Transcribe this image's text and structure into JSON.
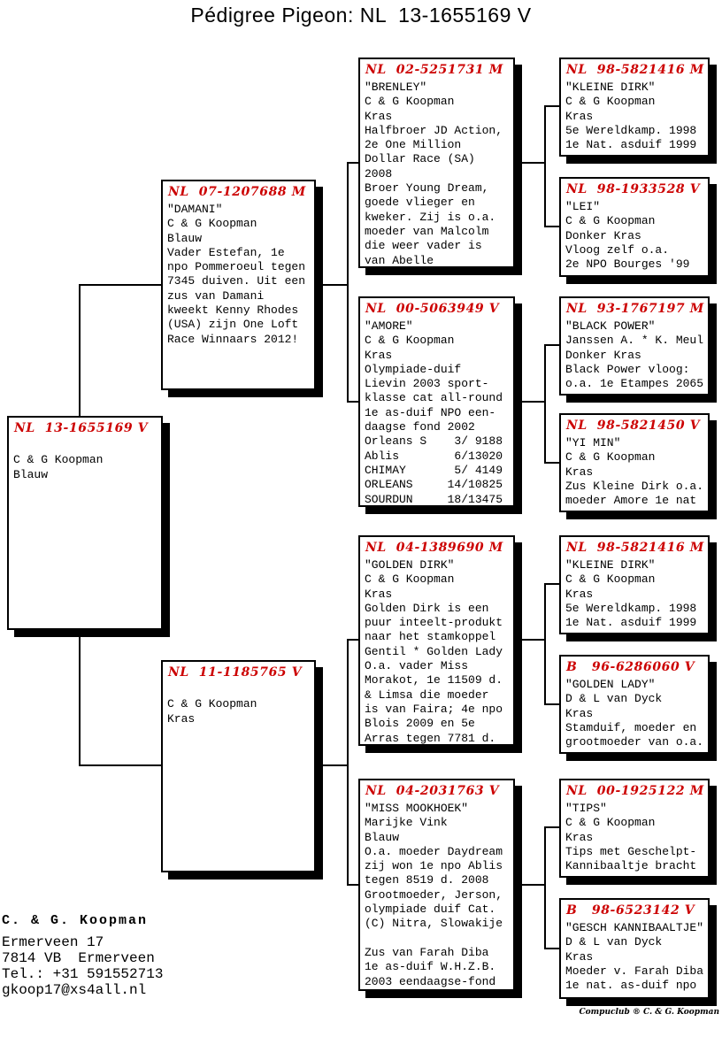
{
  "title": "Pédigree Pigeon: NL  13-1655169 V",
  "colors": {
    "ring_red": "#cc0000",
    "line_black": "#000000"
  },
  "boxes": {
    "subject": {
      "ring": "NL  13-1655169 V",
      "lines": [
        "",
        "C & G Koopman",
        "Blauw"
      ]
    },
    "sire": {
      "ring": "NL  07-1207688 M",
      "lines": [
        "\"DAMANI\"",
        "C & G Koopman",
        "Blauw",
        "Vader Estefan, 1e",
        "npo Pommeroeul tegen",
        "7345 duiven. Uit een",
        "zus van Damani",
        "kweekt Kenny Rhodes",
        "(USA) zijn One Loft",
        "Race Winnaars 2012!"
      ]
    },
    "dam": {
      "ring": "NL  11-1185765 V",
      "lines": [
        "",
        "C & G Koopman",
        "Kras"
      ]
    },
    "sire_sire": {
      "ring": "NL  02-5251731 M",
      "lines": [
        "\"BRENLEY\"",
        "C & G Koopman",
        "Kras",
        "Halfbroer JD Action,",
        "2e One Million",
        "Dollar Race (SA)",
        "2008",
        "Broer Young Dream,",
        "goede vlieger en",
        "kweker. Zij is o.a.",
        "moeder van Malcolm",
        "die weer vader is",
        "van Abelle"
      ]
    },
    "sire_dam": {
      "ring": "NL  00-5063949 V",
      "lines": [
        "\"AMORE\"",
        "C & G Koopman",
        "Kras",
        "Olympiade-duif",
        "Lievin 2003 sport-",
        "klasse cat all-round",
        "1e as-duif NPO een-",
        "daagse fond 2002",
        "Orleans S    3/ 9188",
        "Ablis        6/13020",
        "CHIMAY       5/ 4149",
        "ORLEANS     14/10825",
        "SOURDUN     18/13475"
      ]
    },
    "dam_sire": {
      "ring": "NL  04-1389690 M",
      "lines": [
        "\"GOLDEN DIRK\"",
        "C & G Koopman",
        "Kras",
        "Golden Dirk is een",
        "puur inteelt-produkt",
        "naar het stamkoppel",
        "Gentil * Golden Lady",
        "O.a. vader Miss",
        "Morakot, 1e 11509 d.",
        "& Limsa die moeder",
        "is van Faira; 4e npo",
        "Blois 2009 en 5e",
        "Arras tegen 7781 d."
      ]
    },
    "dam_dam": {
      "ring": "NL  04-2031763 V",
      "lines": [
        "\"MISS MOOKHOEK\"",
        "Marijke Vink",
        "Blauw",
        "O.a. moeder Daydream",
        "zij won 1e npo Ablis",
        "tegen 8519 d. 2008",
        "Grootmoeder, Jerson,",
        "olympiade duif Cat.",
        "(C) Nitra, Slowakije",
        "",
        "Zus van Farah Diba",
        "1e as-duif W.H.Z.B.",
        "2003 eendaagse-fond"
      ]
    },
    "sire_sire_sire": {
      "ring": "NL  98-5821416 M",
      "lines": [
        "\"KLEINE DIRK\"",
        "C & G Koopman",
        "Kras",
        "5e Wereldkamp. 1998",
        "1e Nat. asduif 1999"
      ]
    },
    "sire_sire_dam": {
      "ring": "NL  98-1933528 V",
      "lines": [
        "\"LEI\"",
        "C & G Koopman",
        "Donker Kras",
        "Vloog zelf o.a.",
        "2e NPO Bourges '99"
      ]
    },
    "sire_dam_sire": {
      "ring": "NL  93-1767197 M",
      "lines": [
        "\"BLACK POWER\"",
        "Janssen A. * K. Meul",
        "Donker Kras",
        "Black Power vloog:",
        "o.a. 1e Etampes 2065"
      ]
    },
    "sire_dam_dam": {
      "ring": "NL  98-5821450 V",
      "lines": [
        "\"YI MIN\"",
        "C & G Koopman",
        "Kras",
        "Zus Kleine Dirk o.a.",
        "moeder Amore 1e nat"
      ]
    },
    "dam_sire_sire": {
      "ring": "NL  98-5821416 M",
      "lines": [
        "\"KLEINE DIRK\"",
        "C & G Koopman",
        "Kras",
        "5e Wereldkamp. 1998",
        "1e Nat. asduif 1999"
      ]
    },
    "dam_sire_dam": {
      "ring": "B   96-6286060 V",
      "lines": [
        "\"GOLDEN LADY\"",
        "D & L van Dyck",
        "Kras",
        "Stamduif, moeder en",
        "grootmoeder van o.a."
      ]
    },
    "dam_dam_sire": {
      "ring": "NL  00-1925122 M",
      "lines": [
        "\"TIPS\"",
        "C & G Koopman",
        "Kras",
        "Tips met Geschelpt-",
        "Kannibaaltje bracht"
      ]
    },
    "dam_dam_dam": {
      "ring": "B   98-6523142 V",
      "lines": [
        "\"GESCH KANNIBAALTJE\"",
        "D & L van Dyck",
        "Kras",
        "Moeder v. Farah Diba",
        "1e nat. as-duif npo"
      ]
    }
  },
  "footer": {
    "loft_name": "C. & G. Koopman",
    "address_lines": [
      "Ermerveen 17",
      "7814 VB  Ermerveen",
      "Tel.: +31 591552713",
      "gkoop17@xs4all.nl"
    ],
    "credit": "Compuclub ® C. & G. Koopman"
  }
}
